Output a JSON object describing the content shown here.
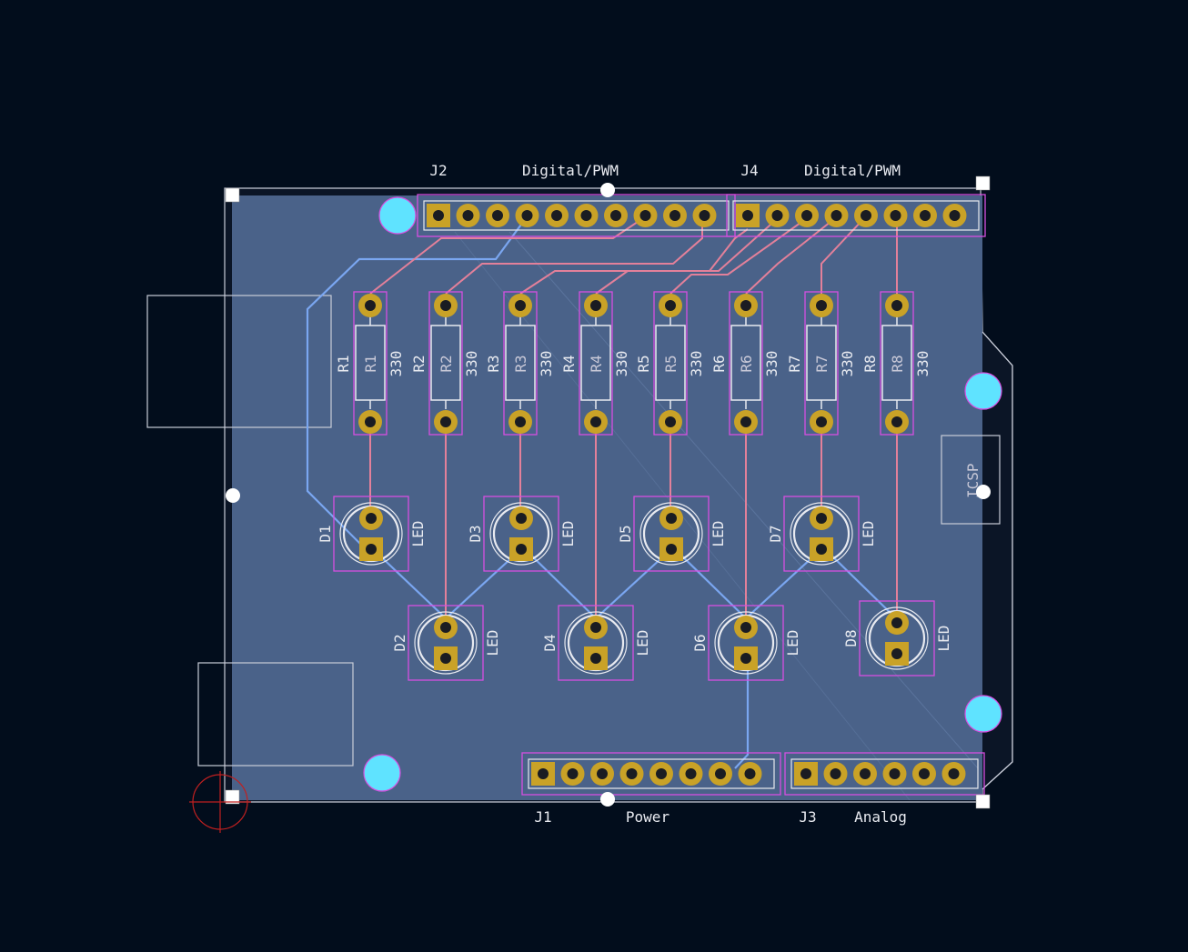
{
  "editor": {
    "name": "PCB layout view",
    "background": "#020d1c",
    "board_fill": "#4a6289"
  },
  "connectors": [
    {
      "ref": "J2",
      "value": "Digital/PWM",
      "pins": 10
    },
    {
      "ref": "J4",
      "value": "Digital/PWM",
      "pins": 8
    },
    {
      "ref": "J1",
      "value": "Power",
      "pins": 8
    },
    {
      "ref": "J3",
      "value": "Analog",
      "pins": 6
    }
  ],
  "resistors": [
    {
      "ref": "R1",
      "value": "330"
    },
    {
      "ref": "R2",
      "value": "330"
    },
    {
      "ref": "R3",
      "value": "330"
    },
    {
      "ref": "R4",
      "value": "330"
    },
    {
      "ref": "R5",
      "value": "330"
    },
    {
      "ref": "R6",
      "value": "330"
    },
    {
      "ref": "R7",
      "value": "330"
    },
    {
      "ref": "R8",
      "value": "330"
    }
  ],
  "leds": [
    {
      "ref": "D1",
      "value": "LED"
    },
    {
      "ref": "D2",
      "value": "LED"
    },
    {
      "ref": "D3",
      "value": "LED"
    },
    {
      "ref": "D4",
      "value": "LED"
    },
    {
      "ref": "D5",
      "value": "LED"
    },
    {
      "ref": "D6",
      "value": "LED"
    },
    {
      "ref": "D7",
      "value": "LED"
    },
    {
      "ref": "D8",
      "value": "LED"
    }
  ],
  "icsp": {
    "label": "ICSP"
  },
  "colors": {
    "silkscreen": "#e8eaf0",
    "courtyard": "#d64fe0",
    "pad": "#c9a227",
    "front_trace": "#e3809a",
    "back_trace": "#7aa6f0",
    "mounting_hole": "#5fe3ff"
  }
}
